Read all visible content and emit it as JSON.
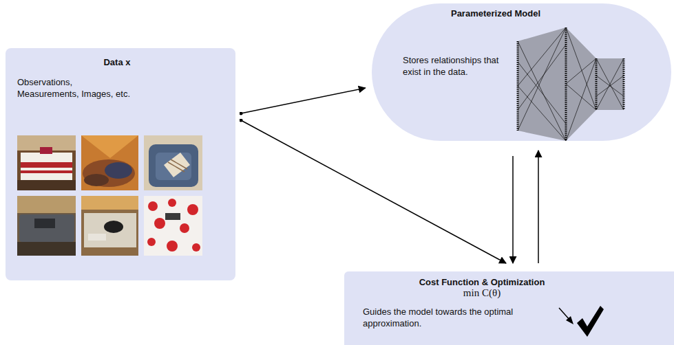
{
  "diagram": {
    "nodes": [
      {
        "text": [
          "Data x",
          "Observations, Measurements, Images, etc."
        ]
      },
      {
        "text": [
          "Parameterized Model",
          "Stores relationships that exist in the data."
        ]
      },
      {
        "text": [
          "Cost Function & Optimization",
          "min C(θ)",
          "Guides the model towards the optimal approximation."
        ]
      }
    ],
    "edges": [
      {
        "from": 0,
        "to": 1,
        "arrow": "to"
      },
      {
        "from": 0,
        "to": 2,
        "arrow": "to"
      },
      {
        "from": 1,
        "to": 2,
        "arrow": "to"
      },
      {
        "from": 2,
        "to": 1,
        "arrow": "to"
      }
    ]
  }
}
